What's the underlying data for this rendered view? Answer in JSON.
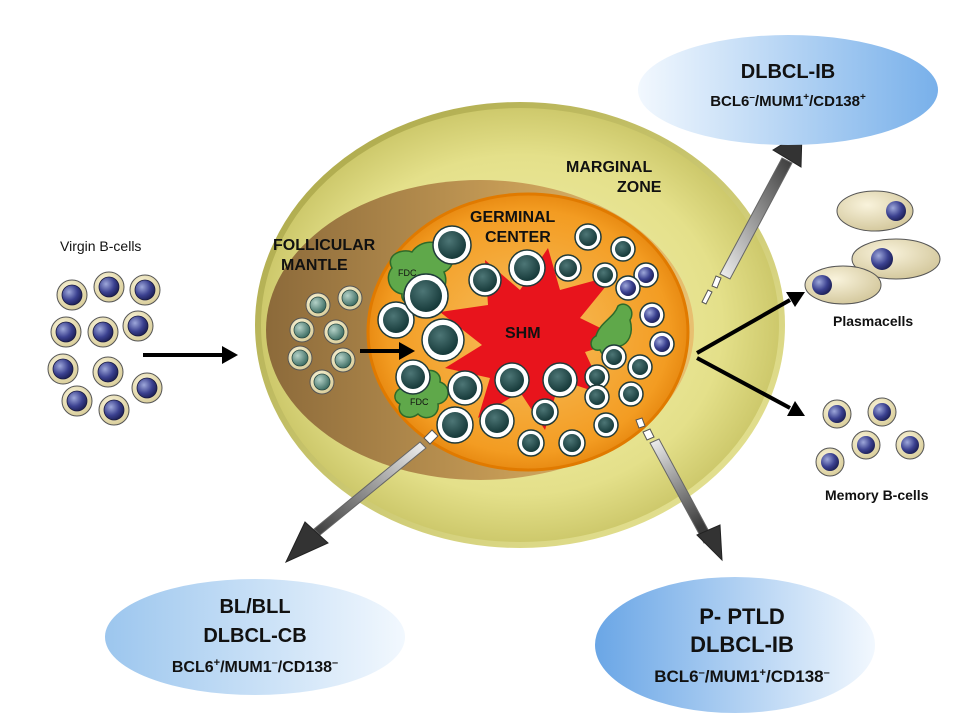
{
  "labels": {
    "virgin_b_cells": "Virgin B-cells",
    "follicular_mantle": [
      "FOLLICULAR",
      "MANTLE"
    ],
    "germinal_center": [
      "GERMINAL",
      "CENTER"
    ],
    "marginal_zone": [
      "MARGINAL",
      "ZONE"
    ],
    "shm": "SHM",
    "fdc": "FDC",
    "plasmacells": "Plasmacells",
    "memory_b_cells": "Memory B-cells"
  },
  "outcomes": {
    "top_right": {
      "title": "DLBCL-IB",
      "markers": {
        "a": "BCL6",
        "a_sup": "–",
        "b": "/MUM1",
        "b_sup": "+",
        "c": "/CD138",
        "c_sup": "+"
      }
    },
    "bottom_left": {
      "title1": "BL/BLL",
      "title2": "DLBCL-CB",
      "markers": {
        "a": "BCL6",
        "a_sup": "+",
        "b": "/MUM1",
        "b_sup": "–",
        "c": "/CD138",
        "c_sup": "–"
      }
    },
    "bottom_right": {
      "title1": "P- PTLD",
      "title2": "DLBCL-IB",
      "markers": {
        "a": "BCL6",
        "a_sup": "–",
        "b": "/MUM1",
        "b_sup": "+",
        "c": "/CD138",
        "c_sup": "–"
      }
    }
  },
  "colors": {
    "marginal_zone": "#d9d67a",
    "mantle": "#9a7a45",
    "germinal": "#f08a10",
    "shm_star": "#e8141c",
    "fdc": "#5fa84a",
    "gc_nucleus": "#1f4a4a",
    "virgin_nucleus": "#3a3f86",
    "mantle_nucleus": "#5a8a80",
    "bubble": "#8fbde8"
  }
}
